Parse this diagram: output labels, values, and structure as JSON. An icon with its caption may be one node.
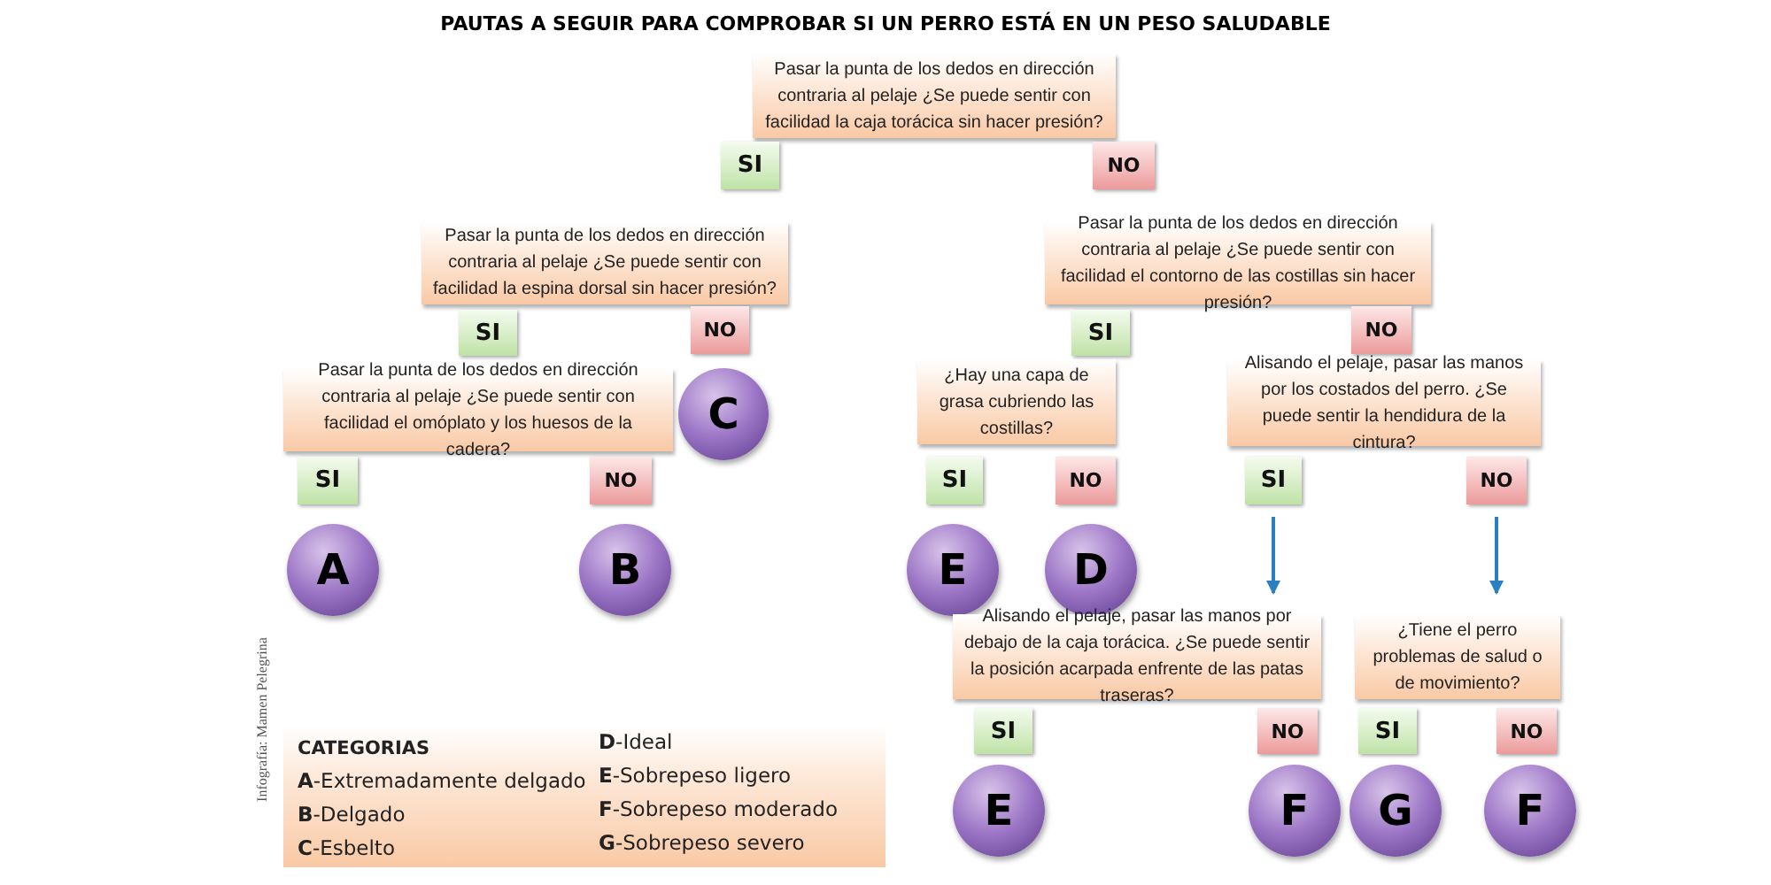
{
  "diagram": {
    "title": "PAUTAS A SEGUIR PARA COMPROBAR SI UN PERRO ESTÁ EN UN PESO SALUDABLE",
    "nodes": [
      {
        "text": [
          "Pasar la punta de los dedos en dirección contraria al pelaje ¿Se puede sentir con facilidad la caja torácica sin hacer presión?"
        ]
      },
      {
        "text": [
          "SI"
        ]
      },
      {
        "text": [
          "NO"
        ]
      },
      {
        "text": [
          "Pasar la punta de los dedos en dirección contraria al pelaje ¿Se puede sentir con facilidad la espina dorsal sin hacer presión?"
        ]
      },
      {
        "text": [
          "Pasar la punta de los dedos en dirección contraria al pelaje ¿Se puede sentir con facilidad el contorno de las costillas  sin hacer presión?"
        ]
      },
      {
        "text": [
          "SI"
        ]
      },
      {
        "text": [
          "NO"
        ]
      },
      {
        "text": [
          "SI"
        ]
      },
      {
        "text": [
          "NO"
        ]
      },
      {
        "text": [
          "Pasar la punta de los dedos en dirección contraria al pelaje ¿Se puede sentir con facilidad el omóplato y los huesos de la cadera?"
        ]
      },
      {
        "text": [
          "C"
        ]
      },
      {
        "text": [
          "¿Hay una capa de grasa cubriendo las costillas?"
        ]
      },
      {
        "text": [
          "Alisando el pelaje, pasar las manos por los costados del perro. ¿Se puede sentir la hendidura de la cintura?"
        ]
      },
      {
        "text": [
          "SI"
        ]
      },
      {
        "text": [
          "NO"
        ]
      },
      {
        "text": [
          "SI"
        ]
      },
      {
        "text": [
          "NO"
        ]
      },
      {
        "text": [
          "SI"
        ]
      },
      {
        "text": [
          "NO"
        ]
      },
      {
        "text": [
          "A"
        ]
      },
      {
        "text": [
          "B"
        ]
      },
      {
        "text": [
          "E"
        ]
      },
      {
        "text": [
          "D"
        ]
      },
      {
        "text": [
          "Alisando el pelaje, pasar las manos por debajo de la caja torácica. ¿Se puede sentir la posición acarpada enfrente de las patas traseras?"
        ]
      },
      {
        "text": [
          "¿Tiene el perro problemas de salud o de movimiento?"
        ]
      },
      {
        "text": [
          "SI"
        ]
      },
      {
        "text": [
          "NO"
        ]
      },
      {
        "text": [
          "SI"
        ]
      },
      {
        "text": [
          "NO"
        ]
      },
      {
        "text": [
          "E"
        ]
      },
      {
        "text": [
          "F"
        ]
      },
      {
        "text": [
          "G"
        ]
      },
      {
        "text": [
          "F"
        ]
      },
      {
        "text": [
          "CATEGORIAS",
          "**A**-Extremadamente delgado",
          "**B**-Delgado",
          "**C**-Esbelto",
          "**D**-Ideal",
          "**E**-Sobrepeso ligero",
          "**F**-Sobrepeso moderado",
          "**G**-Sobrepeso severo"
        ]
      }
    ],
    "edges": [
      {
        "from": 17,
        "to": 23,
        "arrow": "to"
      },
      {
        "from": 18,
        "to": 24,
        "arrow": "to"
      }
    ],
    "labels": [
      "Infografía: Mamen Pelegrina"
    ]
  }
}
